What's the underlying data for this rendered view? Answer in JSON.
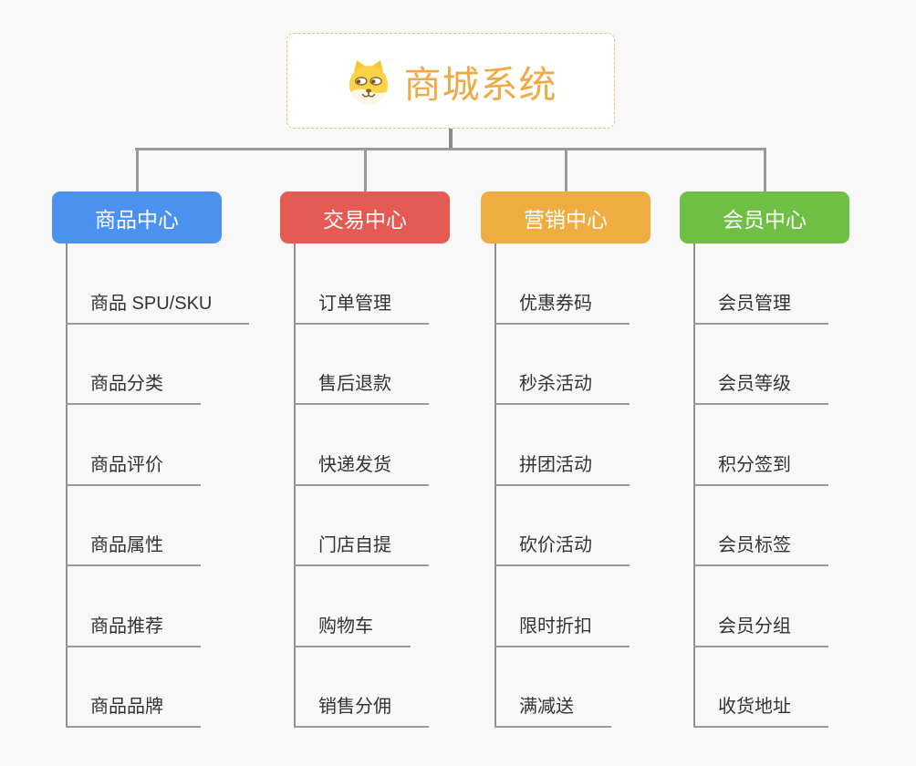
{
  "page": {
    "background_color": "#f8f8f8",
    "connector_color": "#9a9a9a"
  },
  "root": {
    "title": "商城系统",
    "icon": "dog-face-icon",
    "title_color": "#f1a945",
    "border_color": "#f0bd72"
  },
  "branches": [
    {
      "label": "商品中心",
      "color": "#4b92f0",
      "items": [
        "商品 SPU/SKU",
        "商品分类",
        "商品评价",
        "商品属性",
        "商品推荐",
        "商品品牌"
      ]
    },
    {
      "label": "交易中心",
      "color": "#e65a54",
      "items": [
        "订单管理",
        "售后退款",
        "快递发货",
        "门店自提",
        "购物车",
        "销售分佣"
      ]
    },
    {
      "label": "营销中心",
      "color": "#efad41",
      "items": [
        "优惠券码",
        "秒杀活动",
        "拼团活动",
        "砍价活动",
        "限时折扣",
        "满减送"
      ]
    },
    {
      "label": "会员中心",
      "color": "#6fbf44",
      "items": [
        "会员管理",
        "会员等级",
        "积分签到",
        "会员标签",
        "会员分组",
        "收货地址"
      ]
    }
  ]
}
